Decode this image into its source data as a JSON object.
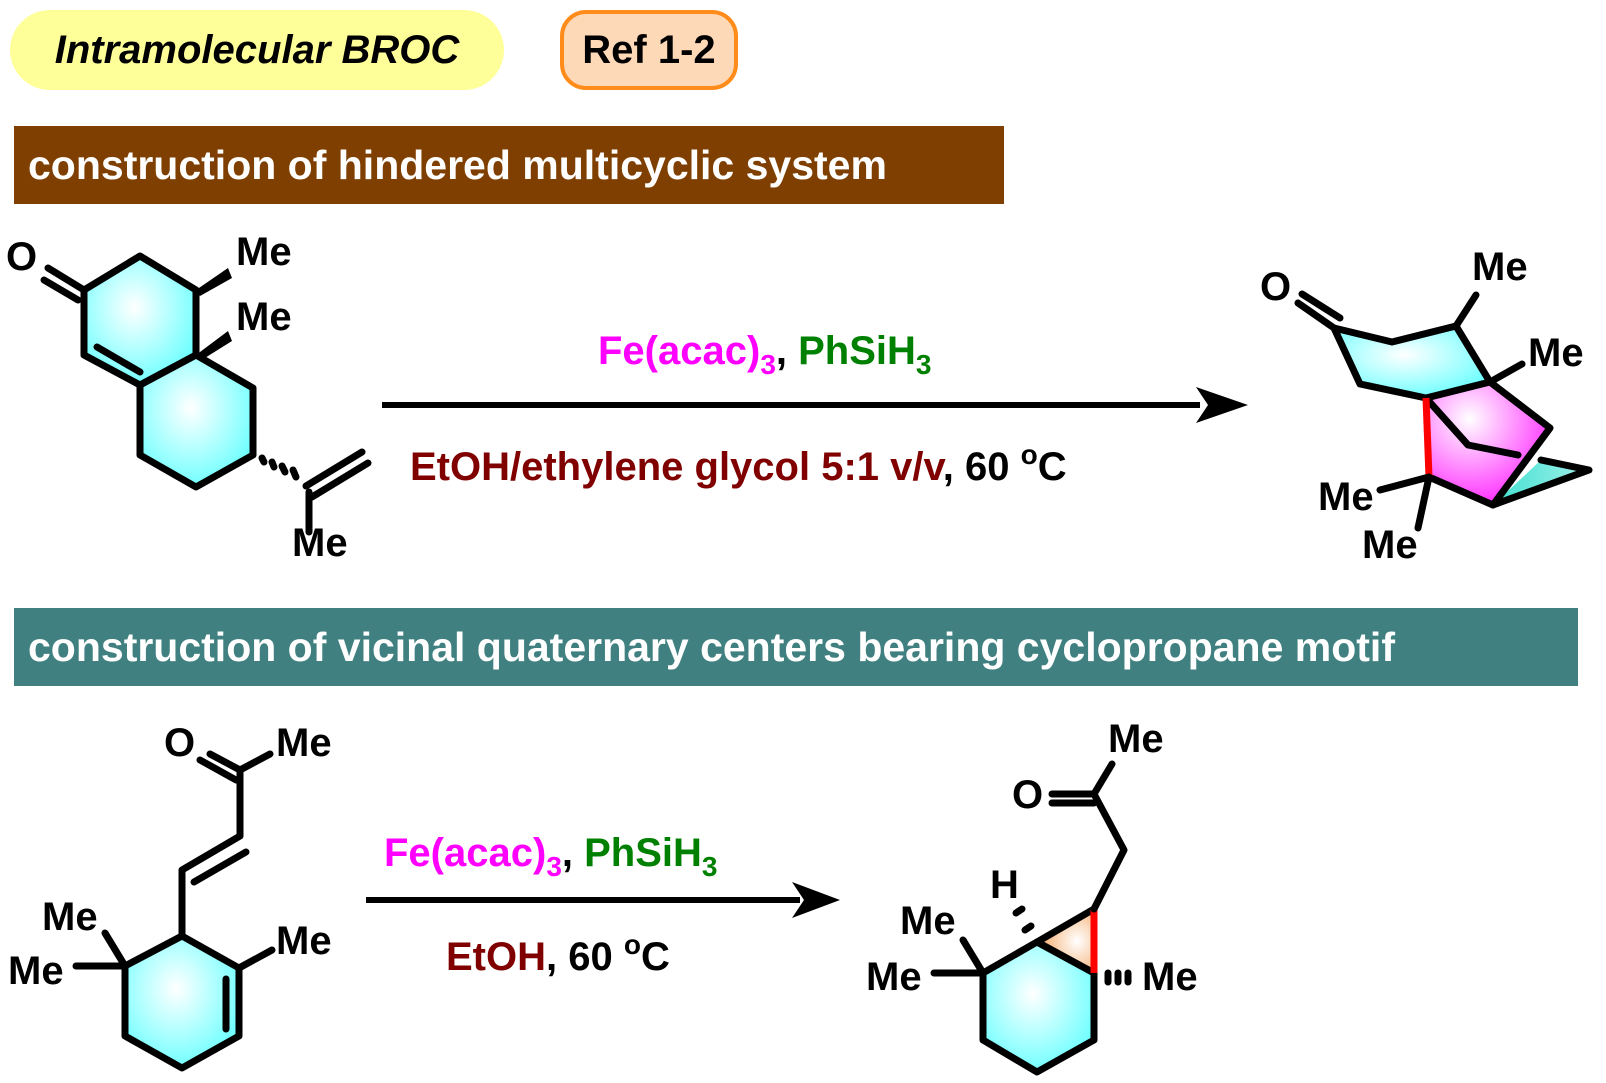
{
  "header": {
    "title": "Intramolecular BROC",
    "ref": "Ref 1-2"
  },
  "sections": [
    {
      "banner": "construction of hindered multicyclic system",
      "reagents": {
        "catalyst": "Fe(acac)",
        "catalyst_sub": "3",
        "separator": ", ",
        "reductant": "PhSiH",
        "reductant_sub": "3"
      },
      "conditions": {
        "solvent": "EtOH/ethylene glycol 5:1 v/v",
        "separator": ", ",
        "temperature": "60 ",
        "degree": "o",
        "unit": "C"
      },
      "substrate_labels": {
        "oxygen": "O",
        "me1": "Me",
        "me2": "Me",
        "me3": "Me"
      },
      "product_labels": {
        "oxygen": "O",
        "me1": "Me",
        "me2": "Me",
        "me3": "Me",
        "me4": "Me"
      }
    },
    {
      "banner": "construction of vicinal quaternary centers bearing cyclopropane motif",
      "reagents": {
        "catalyst": "Fe(acac)",
        "catalyst_sub": "3",
        "separator": ", ",
        "reductant": "PhSiH",
        "reductant_sub": "3"
      },
      "conditions": {
        "solvent": "EtOH",
        "separator": ", ",
        "temperature": "60 ",
        "degree": "o",
        "unit": "C"
      },
      "substrate_labels": {
        "oxygen": "O",
        "me1": "Me",
        "me2": "Me",
        "me3": "Me",
        "me4": "Me"
      },
      "product_labels": {
        "oxygen": "O",
        "hydrogen": "H",
        "me1": "Me",
        "me2": "Me",
        "me3": "Me",
        "me4": "Me"
      }
    }
  ],
  "colors": {
    "catalyst": "#ff00ff",
    "reductant": "#008000",
    "solvent": "#800000",
    "ring_fill": "#66ffff",
    "bicyclic_fill": "#ff33ff",
    "cyclopropane_fill": "#f4a460",
    "new_bond": "#ff0000",
    "banner1": "#7f3f00",
    "banner2": "#408080"
  }
}
